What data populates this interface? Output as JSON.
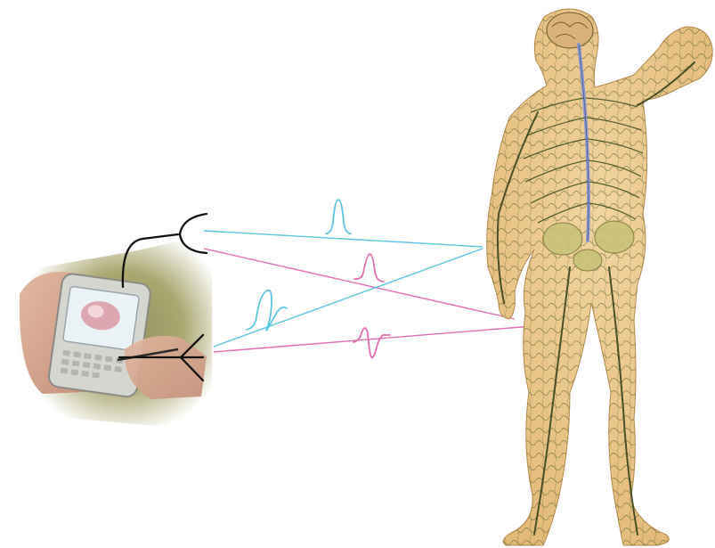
{
  "diagram": {
    "signal_colors": {
      "cyan": "#5ec4e2",
      "magenta": "#e36fb3"
    },
    "illustration_colors": {
      "skin": "#ecc98e",
      "nerve": "#3d4f1f",
      "spinal_cord": "#8f9bd0",
      "pelvis": "#c9c27a",
      "electrode_line": "#111111"
    },
    "icons": {
      "device_photo": "handheld-pda-with-stylus",
      "body": "human-nervous-system-back-view",
      "signal_pulse": "action-potential-spike"
    }
  }
}
